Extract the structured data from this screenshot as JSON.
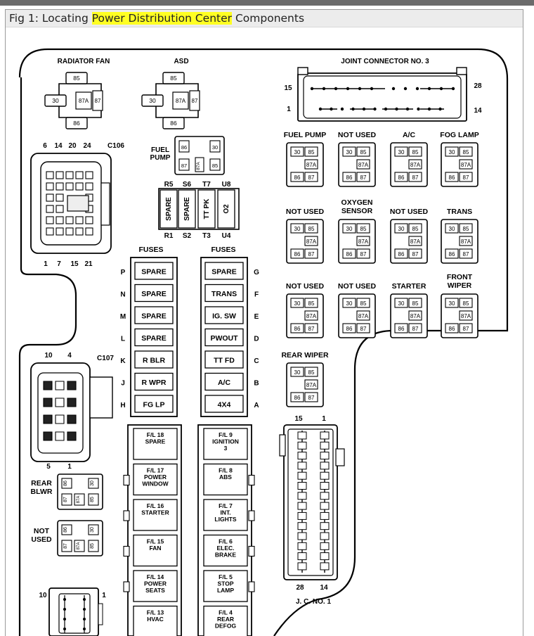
{
  "caption": {
    "prefix": "Fig 1: Locating ",
    "highlight": "Power Distribution Center",
    "suffix": " Components",
    "highlight_color": "#ffff22"
  },
  "labels": {
    "radiator_fan": "RADIATOR FAN",
    "asd": "ASD",
    "joint_connector": "JOINT CONNECTOR NO. 3",
    "jc_pin_15": "15",
    "jc_pin_28": "28",
    "jc_pin_1": "1",
    "jc_pin_14": "14",
    "fuel_pump_relay": "FUEL\nPUMP",
    "c106": "C106",
    "c106_top_pins": [
      "6",
      "14",
      "20",
      "24"
    ],
    "c106_bottom_pins": [
      "1",
      "7",
      "15",
      "21"
    ],
    "c107": "C107",
    "c107_top_pins": [
      "10",
      "4"
    ],
    "c107_bottom_pins": [
      "5",
      "1"
    ],
    "fuses_left_title": "FUSES",
    "fuses_right_title": "FUSES",
    "rear_blwr": "REAR\nBLWR",
    "not_used_relay": "NOT\nUSED",
    "bottom_conn_left": "10",
    "bottom_conn_right": "1",
    "jc1_top_left": "15",
    "jc1_top_right": "1",
    "jc1_bottom_left": "28",
    "jc1_bottom_right": "14",
    "jc1_name": "J. C. NO. 1"
  },
  "relay_terminals": {
    "t30": "30",
    "t85": "85",
    "t86": "86",
    "t87": "87",
    "t87a": "87A"
  },
  "relay_grid": [
    {
      "label": "FUEL PUMP"
    },
    {
      "label": "NOT USED"
    },
    {
      "label": "A/C"
    },
    {
      "label": "FOG LAMP"
    },
    {
      "label": "NOT USED"
    },
    {
      "label": "OXYGEN\nSENSOR"
    },
    {
      "label": "NOT USED"
    },
    {
      "label": "TRANS"
    },
    {
      "label": "NOT USED"
    },
    {
      "label": "NOT USED"
    },
    {
      "label": "STARTER"
    },
    {
      "label": "FRONT\nWIPER"
    },
    {
      "label": "REAR WIPER"
    }
  ],
  "small_fuses": {
    "top_labels": [
      "R5",
      "S6",
      "T7",
      "U8"
    ],
    "bottom_labels": [
      "R1",
      "S2",
      "T3",
      "U4"
    ],
    "names": [
      "SPARE",
      "SPARE",
      "TT PK",
      "O2"
    ]
  },
  "fuses_left": [
    {
      "letter": "P",
      "name": "SPARE"
    },
    {
      "letter": "N",
      "name": "SPARE"
    },
    {
      "letter": "M",
      "name": "SPARE"
    },
    {
      "letter": "L",
      "name": "SPARE"
    },
    {
      "letter": "K",
      "name": "R BLR"
    },
    {
      "letter": "J",
      "name": "R WPR"
    },
    {
      "letter": "H",
      "name": "FG LP"
    }
  ],
  "fuses_right": [
    {
      "letter": "G",
      "name": "SPARE"
    },
    {
      "letter": "F",
      "name": "TRANS"
    },
    {
      "letter": "E",
      "name": "IG. SW"
    },
    {
      "letter": "D",
      "name": "PWOUT"
    },
    {
      "letter": "C",
      "name": "TT FD"
    },
    {
      "letter": "B",
      "name": "A/C"
    },
    {
      "letter": "A",
      "name": "4X4"
    }
  ],
  "fusible_links_left": [
    {
      "text": "F/L 18\nSPARE"
    },
    {
      "text": "F/L 17\nPOWER\nWINDOW"
    },
    {
      "text": "F/L 16\nSTARTER"
    },
    {
      "text": "F/L 15\nFAN"
    },
    {
      "text": "F/L 14\nPOWER\nSEATS"
    },
    {
      "text": "F/L 13\nHVAC"
    }
  ],
  "fusible_links_right": [
    {
      "text": "F/L 9\nIGNITION\n3"
    },
    {
      "text": "F/L 8\nABS"
    },
    {
      "text": "F/L 7\nINT.\nLIGHTS"
    },
    {
      "text": "F/L 6\nELEC.\nBRAKE"
    },
    {
      "text": "F/L 5\nSTOP\nLAMP"
    },
    {
      "text": "F/L 4\nREAR\nDEFOG"
    }
  ]
}
